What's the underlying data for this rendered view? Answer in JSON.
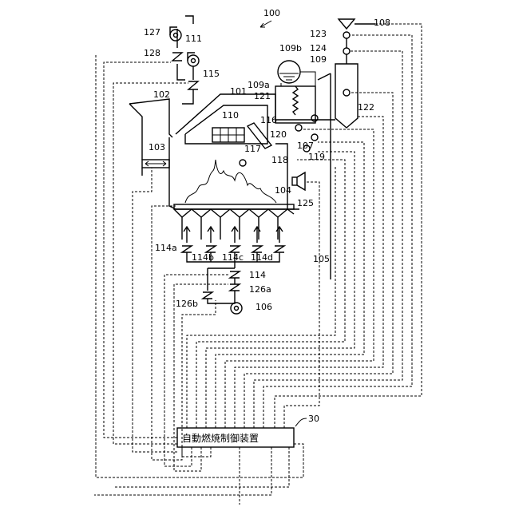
{
  "labels": {
    "system": "100",
    "furnace": "101",
    "hopper": "102",
    "pusher": "103",
    "grate": "104",
    "ash_area": "105",
    "blower_primary": "106",
    "sensor_107": "107",
    "cyclone": "108",
    "boiler": "109",
    "boiler_a": "109a",
    "boiler_b": "109b",
    "duct_damper_110": "110",
    "fan_111": "111",
    "air_114": "114",
    "air_114a": "114a",
    "air_114b": "114b",
    "air_114c": "114c",
    "air_114d": "114d",
    "valve_115": "115",
    "sensor_116": "116",
    "sensor_117": "117",
    "sensor_118": "118",
    "sensor_119": "119",
    "sensor_120": "120",
    "sensor_121": "121",
    "sensor_122": "122",
    "valve_123": "123",
    "valve_124": "124",
    "speaker_125": "125",
    "valve_126a": "126a",
    "valve_126b": "126b",
    "fan_127": "127",
    "valve_128": "128",
    "controller_ref": "30"
  },
  "controller": {
    "text": "自動燃焼制御装置"
  }
}
